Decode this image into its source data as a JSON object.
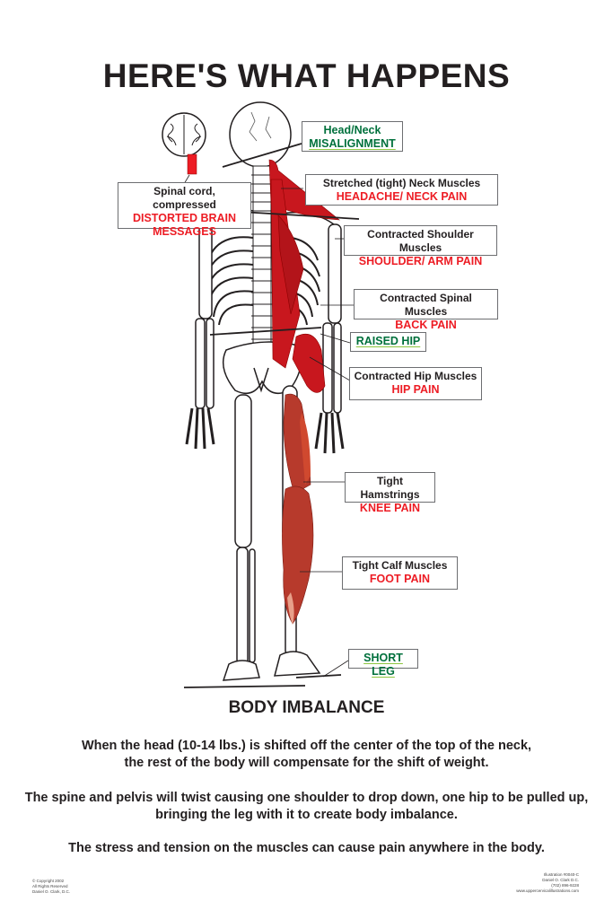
{
  "title": "HERE'S WHAT HAPPENS",
  "labels": {
    "head_neck": {
      "line1": "Head/Neck",
      "line2": "MISALIGNMENT"
    },
    "spinal_cord": {
      "line1": "Spinal cord, compressed",
      "line2": "DISTORTED BRAIN",
      "line3": "MESSAGES"
    },
    "neck_muscles": {
      "line1": "Stretched (tight) Neck Muscles",
      "line2": "HEADACHE/ NECK PAIN"
    },
    "shoulder_muscles": {
      "line1": "Contracted Shoulder Muscles",
      "line2": "SHOULDER/ ARM PAIN"
    },
    "spinal_muscles": {
      "line1": "Contracted Spinal Muscles",
      "line2": "BACK PAIN"
    },
    "raised_hip": {
      "line1": "RAISED HIP"
    },
    "hip_muscles": {
      "line1": "Contracted Hip Muscles",
      "line2": "HIP PAIN"
    },
    "hamstrings": {
      "line1": "Tight Hamstrings",
      "line2": "KNEE PAIN"
    },
    "calf_muscles": {
      "line1": "Tight Calf Muscles",
      "line2": "FOOT PAIN"
    },
    "short_leg": {
      "line1": "SHORT LEG"
    }
  },
  "section_heading": "BODY IMBALANCE",
  "paragraphs": [
    "When the head (10-14 lbs.) is shifted off the center of the top of the neck, the rest of the body will compensate for the shift of weight.",
    "The spine and pelvis will twist causing one shoulder to drop down, one hip to be pulled up, bringing the leg with it to create body imbalance.",
    "The stress and tension on the muscles can cause pain anywhere in the body."
  ],
  "footer": {
    "left": [
      "© Copyright 2002",
      "All Rights Reserved",
      "Daniel O. Clark, D.C."
    ],
    "right": [
      "Illustration #0040-C",
      "Daniel O. Clark D.C.",
      "(702) 896-9228",
      "www.uppercervicalillustrations.com"
    ]
  },
  "colors": {
    "text": "#231f20",
    "pain_red": "#ed1c24",
    "misalignment_green": "#00703c",
    "underline_green": "#8dc63f",
    "muscle_red": "#c8171e",
    "box_border": "#6d6e71"
  }
}
